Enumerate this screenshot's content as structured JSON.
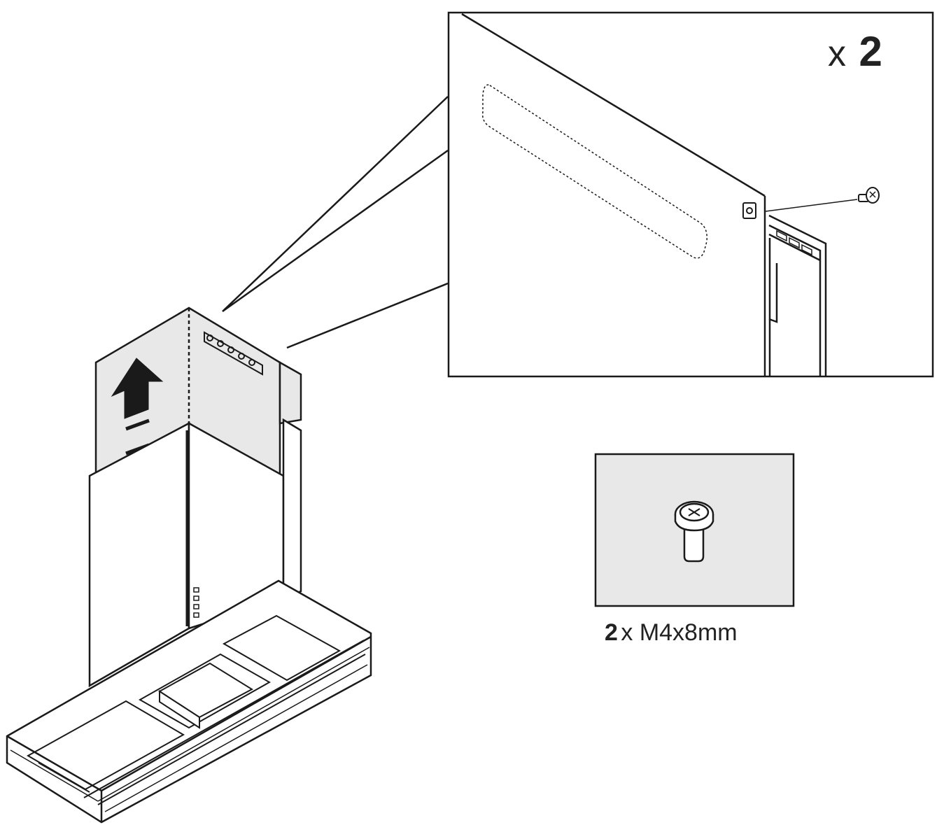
{
  "detail": {
    "count_prefix": "x",
    "count_value": "2"
  },
  "parts": {
    "screw_quantity": "2",
    "screw_spec": " x M4x8mm"
  },
  "colors": {
    "line": "#1a1a1a",
    "panel_fill": "#e8e8e8",
    "background": "#ffffff"
  }
}
